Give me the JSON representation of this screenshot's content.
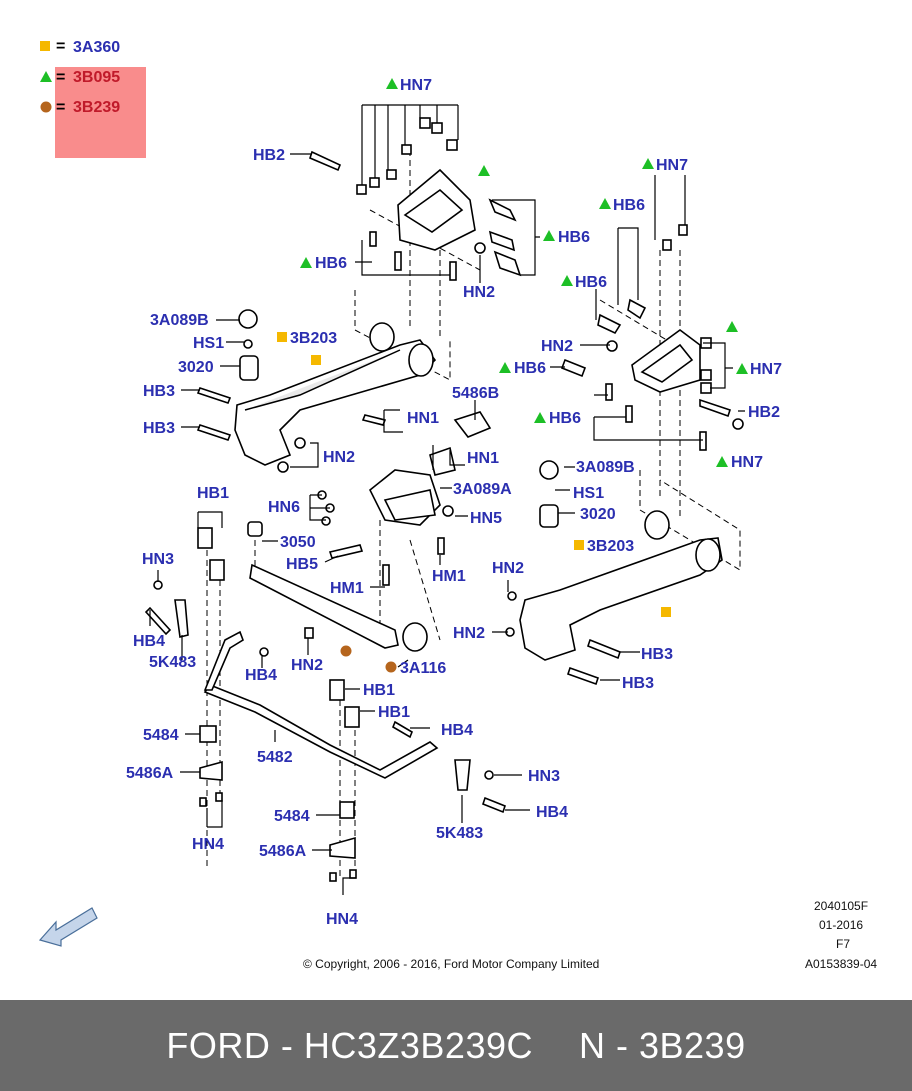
{
  "legend": [
    {
      "symbol": "square",
      "color": "#f5b800",
      "code": "3A360",
      "highlight": false
    },
    {
      "symbol": "triangle",
      "color": "#1dbf26",
      "code": "3B095",
      "highlight": true
    },
    {
      "symbol": "circle",
      "color": "#b5651d",
      "code": "3B239",
      "highlight": true
    }
  ],
  "highlight_color": "#f98c8c",
  "label_color": "#2b2fb0",
  "labels": {
    "hn7_top": "HN7",
    "hb2_top": "HB2",
    "hb6_top_r": "HB6",
    "hb6_top_l": "HB6",
    "hn2_top": "HN2",
    "a089b_l": "3A089B",
    "hs1_l": "HS1",
    "p3020_l": "3020",
    "b203_l": "3B203",
    "hb3_a": "HB3",
    "hb3_b": "HB3",
    "hn2_l": "HN2",
    "hn7_r": "HN7",
    "hb6_r1": "HB6",
    "hb6_r2": "HB6",
    "hn2_r": "HN2",
    "hb6_r3": "HB6",
    "hn7_r2": "HN7",
    "hb6_r4": "HB6",
    "hb2_r": "HB2",
    "hn7_r3": "HN7",
    "p5486b": "5486B",
    "hn1_a": "HN1",
    "hn1_b": "HN1",
    "a089a": "3A089A",
    "hn6": "HN6",
    "hn5": "HN5",
    "a089b_r": "3A089B",
    "hs1_r": "HS1",
    "p3020_r": "3020",
    "b203_r": "3B203",
    "hb1_a": "HB1",
    "p3050": "3050",
    "hb5": "HB5",
    "hm1_a": "HM1",
    "hm1_b": "HM1",
    "hn3_l": "HN3",
    "hb4_l": "HB4",
    "k483_l": "5K483",
    "hn2_c": "HN2",
    "hb4_c": "HB4",
    "a116": "3A116",
    "hn2_r2": "HN2",
    "hn2_r3": "HN2",
    "hb3_r1": "HB3",
    "hb3_r2": "HB3",
    "hb1_b": "HB1",
    "hb1_c": "HB1",
    "hb4_d": "HB4",
    "p5484_a": "5484",
    "p5482": "5482",
    "p5486a_a": "5486A",
    "hn3_r": "HN3",
    "hb4_r": "HB4",
    "k483_r": "5K483",
    "hn4_a": "HN4",
    "p5484_b": "5484",
    "p5486a_b": "5486A",
    "hn4_b": "HN4"
  },
  "meta": {
    "code": "2040105F",
    "date": "01-2016",
    "section": "F7",
    "copyright": "© Copyright, 2006 - 2016, Ford Motor Company Limited",
    "ref": "A0153839-04"
  },
  "footer": {
    "left": "FORD - HC3Z3B239C",
    "right": "N - 3B239"
  }
}
